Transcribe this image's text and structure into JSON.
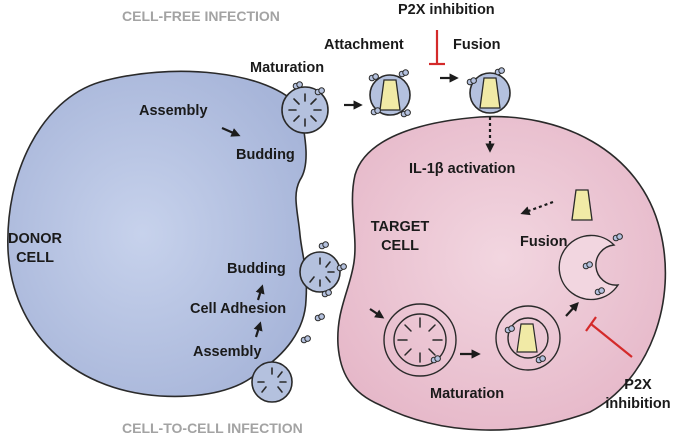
{
  "headers": {
    "cell_free": "CELL-FREE INFECTION",
    "cell_to_cell": "CELL-TO-CELL INFECTION"
  },
  "cells": {
    "donor": {
      "line1": "DONOR",
      "line2": "CELL"
    },
    "target": {
      "line1": "TARGET",
      "line2": "CELL"
    }
  },
  "cell_free_steps": {
    "assembly": "Assembly",
    "budding": "Budding",
    "maturation": "Maturation",
    "attachment": "Attachment",
    "fusion": "Fusion",
    "inhibition": "P2X inhibition"
  },
  "cell_to_cell_steps": {
    "assembly": "Assembly",
    "cell_adhesion": "Cell Adhesion",
    "budding": "Budding",
    "maturation": "Maturation",
    "fusion": "Fusion",
    "inhibition_line1": "P2X",
    "inhibition_line2": "inhibition"
  },
  "activation": "IL-1β activation",
  "colors": {
    "donor_fill": "#aebbdc",
    "donor_center": "#c7d2ec",
    "target_fill": "#ebc3d2",
    "target_center": "#f2d6e0",
    "virion_fill": "#b4c1de",
    "capsid_fill": "#f1eaa6",
    "inhibition_red": "#d42a2a",
    "outline": "#2a2a2a",
    "header_gray": "#a3a3a3"
  }
}
